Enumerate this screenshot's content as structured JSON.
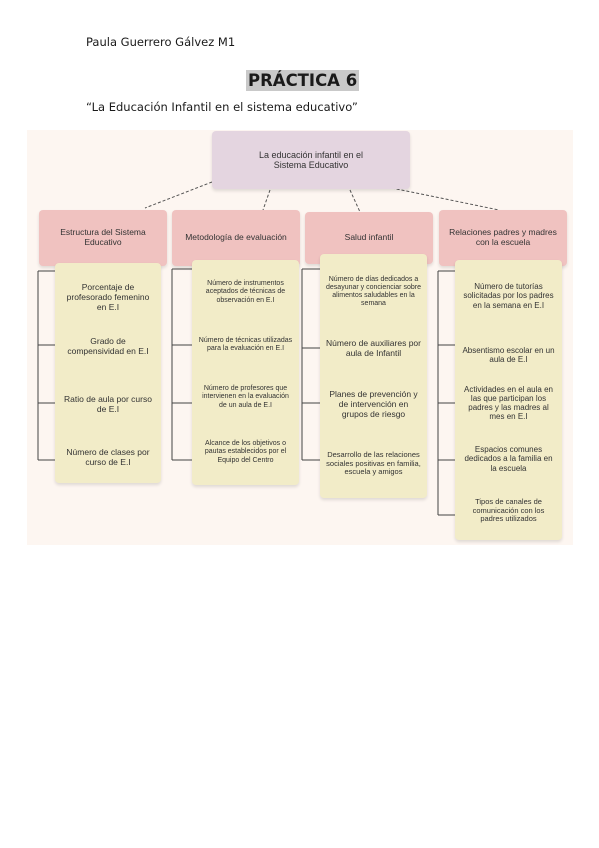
{
  "header": {
    "author": "Paula Guerrero Gálvez M1",
    "title": "PRÁCTICA 6",
    "subtitle": "“La Educación Infantil en el sistema educativo”"
  },
  "diagram": {
    "root": "La educación infantil en el Sistema Educativo",
    "categories": [
      {
        "label": "Estructura del Sistema Educativo",
        "items": [
          "Porcentaje de profesorado femenino en E.I",
          "Grado de compensividad en E.I",
          "Ratio de aula por curso de E.I",
          "Número de clases por curso de E.I"
        ]
      },
      {
        "label": "Metodología de evaluación",
        "items": [
          "Número de instrumentos aceptados de técnicas de observación en E.I",
          "Número de técnicas utilizadas para la evaluación en E.I",
          "Número de profesores que intervienen en la evaluación de un aula de E.I",
          "Alcance de los objetivos o pautas establecidos por el Equipo del Centro"
        ]
      },
      {
        "label": "Salud infantil",
        "items": [
          "Número de días dedicados a desayunar y concienciar sobre alimentos saludables en la semana",
          "Número de auxiliares por aula de Infantil",
          "Planes de prevención y de intervención en grupos de riesgo",
          "Desarrollo de las relaciones sociales positivas en familia, escuela y amigos"
        ]
      },
      {
        "label": "Relaciones padres y madres con la escuela",
        "items": [
          "Número de tutorías solicitadas por los padres en la semana en E.I",
          "Absentismo escolar en un aula de E.I",
          "Actividades en el aula en las que participan los padres y las madres al mes en E.I",
          "Espacios comunes dedicados a la familia en la escuela",
          "Tipos de canales de comunicación con los padres utilizados"
        ]
      }
    ]
  }
}
